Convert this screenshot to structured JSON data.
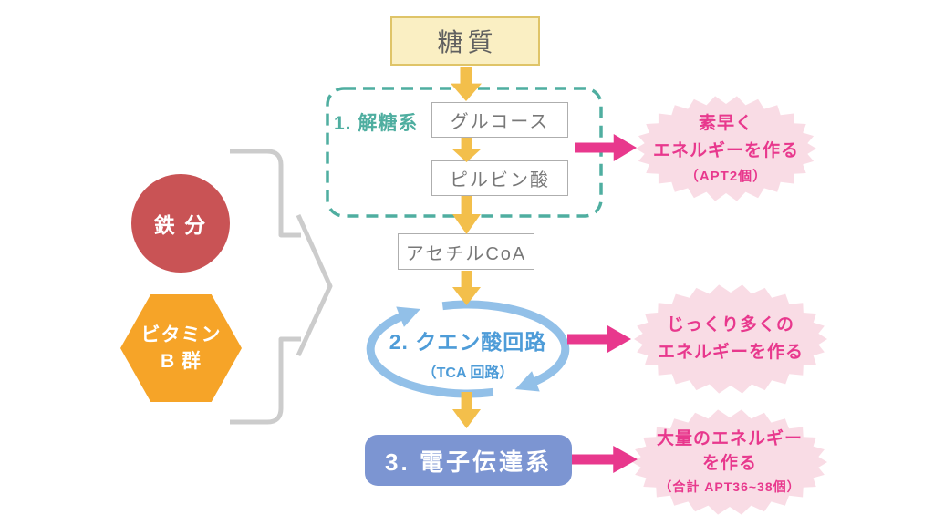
{
  "flow": {
    "sugar": "糖質",
    "glycolysis": {
      "label": "1. 解糖系",
      "steps": [
        "グルコース",
        "ピルビン酸"
      ]
    },
    "acetyl_coa": "アセチルCoA",
    "tca": {
      "title": "2. クエン酸回路",
      "subtitle": "（TCA 回路）"
    },
    "etc": "3. 電子伝達系"
  },
  "nutrients": {
    "iron": "鉄 分",
    "vitamin_b": {
      "line1": "ビタミン",
      "line2": "B 群"
    }
  },
  "callouts": [
    {
      "lines": [
        "素早く",
        "エネルギーを作る"
      ],
      "note": "（APT2個）"
    },
    {
      "lines": [
        "じっくり多くの",
        "エネルギーを作る"
      ],
      "note": ""
    },
    {
      "lines": [
        "大量のエネルギー",
        "を作る"
      ],
      "note": "（合計 APT36~38個）"
    }
  ],
  "colors": {
    "teal_dashed": "#4FAEA0",
    "yellow_arrow": "#F3BF4B",
    "sugar_fill": "#FAEFC3",
    "sugar_border": "#DFC468",
    "pink_accent": "#E8388D",
    "pink_bubble_fill": "#F9DCE5",
    "cycle_blue": "#92C0E8",
    "tca_text_blue": "#4E9CD8",
    "etc_box_blue": "#7C95D2",
    "iron_red": "#C95355",
    "vitamin_orange": "#F6A428",
    "brace_gray": "#CCCCCC",
    "box_border_gray": "#AEAEAE"
  }
}
